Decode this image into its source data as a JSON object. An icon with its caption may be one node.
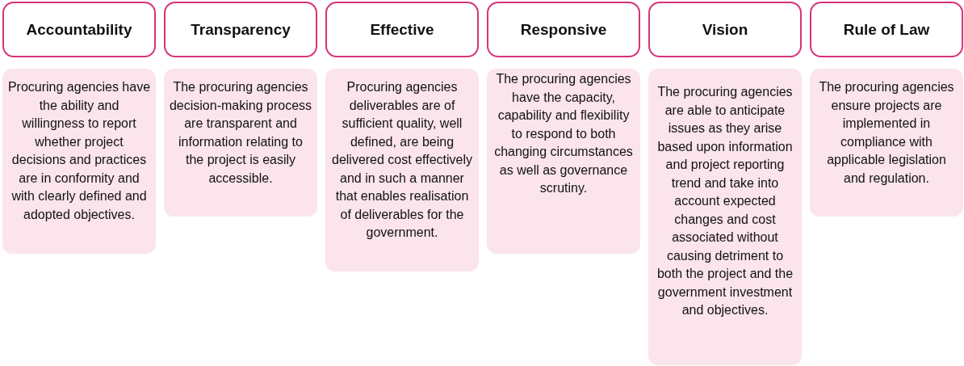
{
  "diagram": {
    "nodes": [
      {
        "text": [
          "Accountability"
        ]
      },
      {
        "text": [
          "Procuring agencies have the ability and willingness to report whether project decisions and practices are in conformity and with clearly defined and adopted objectives."
        ]
      },
      {
        "text": [
          "Transparency"
        ]
      },
      {
        "text": [
          "The procuring agencies decision-making process are transparent and information relating to the project is easily accessible."
        ]
      },
      {
        "text": [
          "Effective"
        ]
      },
      {
        "text": [
          "Procuring agencies deliverables are of sufficient quality, well defined, are being delivered cost effectively and in such a manner that enables realisation of deliverables for the government."
        ]
      },
      {
        "text": [
          "Responsive"
        ]
      },
      {
        "text": [
          "The procuring agencies have the capacity, capability and flexibility to respond to both changing circumstances as well as governance scrutiny."
        ]
      },
      {
        "text": [
          "Vision"
        ]
      },
      {
        "text": [
          "The procuring agencies are able to anticipate issues as they arise based upon information and project reporting trend and take into account expected changes and cost associated without causing detriment to both the project and the government investment and objectives."
        ]
      },
      {
        "text": [
          "Rule of Law"
        ]
      },
      {
        "text": [
          "The procuring agencies ensure projects are implemented in compliance with applicable legislation and regulation."
        ]
      }
    ],
    "edges": []
  }
}
